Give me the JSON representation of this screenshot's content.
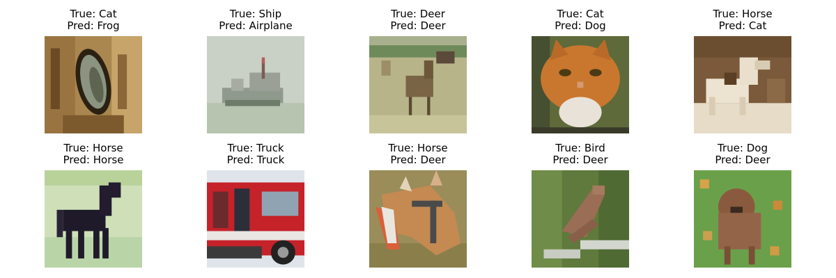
{
  "grid": {
    "items": [
      {
        "true_label": "True: Cat",
        "pred_label": "Pred: Frog",
        "thumb": "cat-eye-closeup"
      },
      {
        "true_label": "True: Ship",
        "pred_label": "Pred: Airplane",
        "thumb": "ship-on-water"
      },
      {
        "true_label": "True: Deer",
        "pred_label": "Pred: Deer",
        "thumb": "deer-in-field"
      },
      {
        "true_label": "True: Cat",
        "pred_label": "Pred: Dog",
        "thumb": "orange-cat-face"
      },
      {
        "true_label": "True: Horse",
        "pred_label": "Pred: Cat",
        "thumb": "sepia-horse"
      },
      {
        "true_label": "True: Horse",
        "pred_label": "Pred: Horse",
        "thumb": "dark-horse-on-grass"
      },
      {
        "true_label": "True: Truck",
        "pred_label": "Pred: Truck",
        "thumb": "red-fire-truck"
      },
      {
        "true_label": "True: Horse",
        "pred_label": "Pred: Deer",
        "thumb": "horse-head-bridle"
      },
      {
        "true_label": "True: Bird",
        "pred_label": "Pred: Deer",
        "thumb": "bird-on-branch"
      },
      {
        "true_label": "True: Dog",
        "pred_label": "Pred: Deer",
        "thumb": "brown-dog-on-grass"
      }
    ]
  }
}
